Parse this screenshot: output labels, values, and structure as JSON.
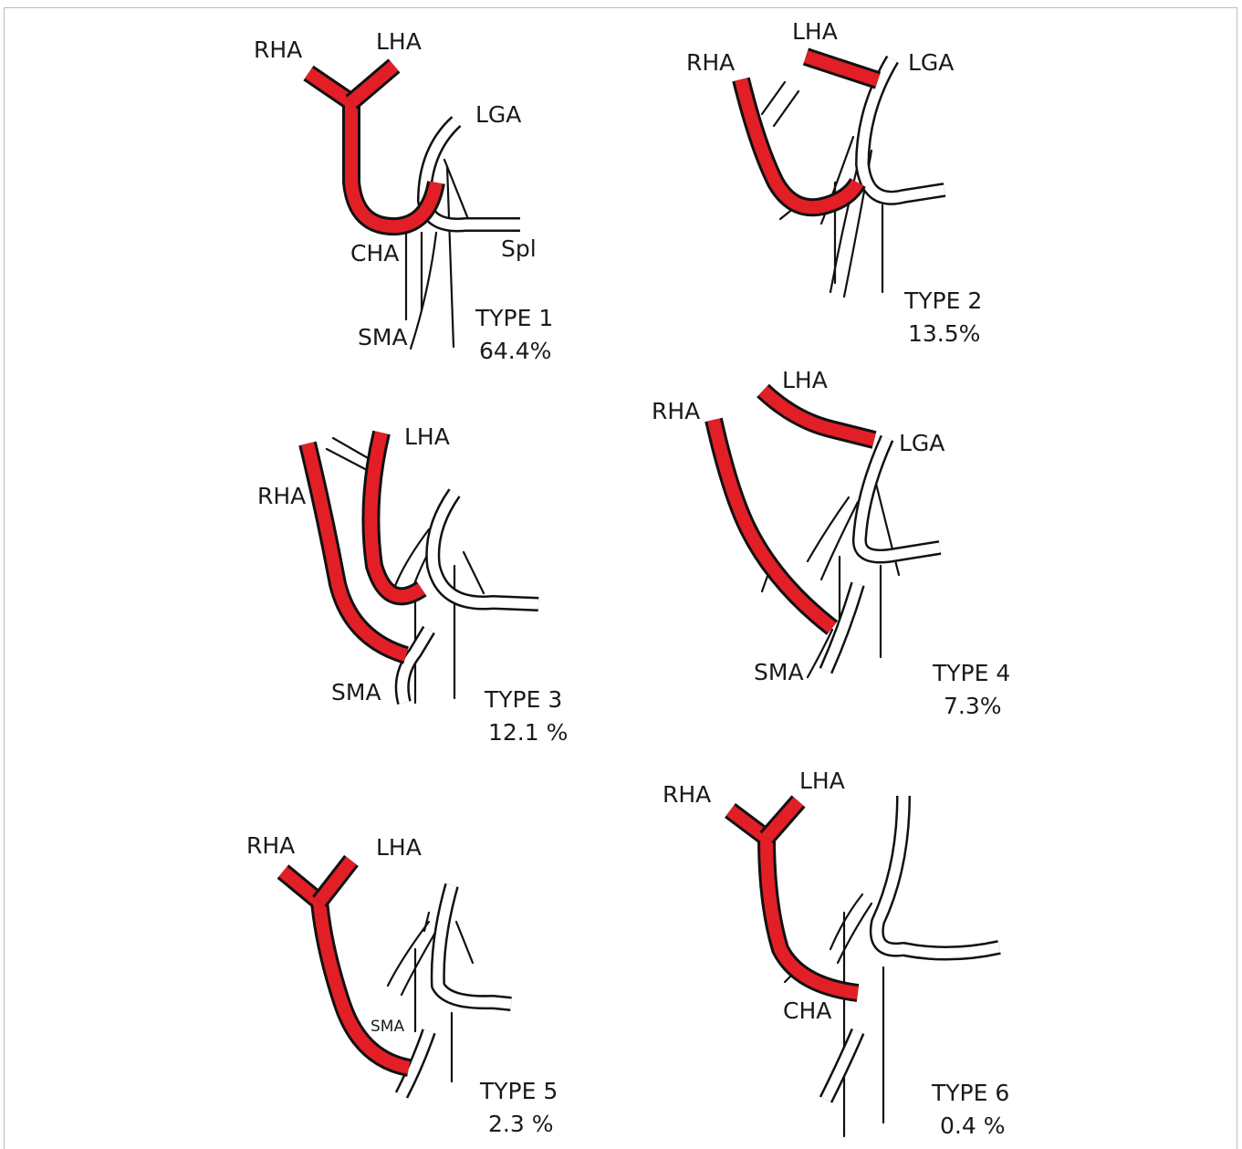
{
  "colors": {
    "hepatic_artery": "#e21f26",
    "other_vessel": "#ffffff",
    "outline": "#111111"
  },
  "panels": [
    {
      "type": "TYPE 1",
      "percent": "64.4%",
      "labels": {
        "rha": "RHA",
        "lha": "LHA",
        "lga": "LGA",
        "cha": "CHA",
        "spl": "Spl",
        "sma": "SMA"
      }
    },
    {
      "type": "TYPE 2",
      "percent": "13.5%",
      "labels": {
        "rha": "RHA",
        "lha": "LHA",
        "lga": "LGA"
      }
    },
    {
      "type": "TYPE 3",
      "percent": "12.1 %",
      "labels": {
        "rha": "RHA",
        "lha": "LHA",
        "sma": "SMA"
      }
    },
    {
      "type": "TYPE 4",
      "percent": "7.3%",
      "labels": {
        "rha": "RHA",
        "lha": "LHA",
        "lga": "LGA",
        "sma": "SMA"
      }
    },
    {
      "type": "TYPE 5",
      "percent": "2.3 %",
      "labels": {
        "rha": "RHA",
        "lha": "LHA",
        "sma": "SMA"
      }
    },
    {
      "type": "TYPE 6",
      "percent": "0.4 %",
      "labels": {
        "rha": "RHA",
        "lha": "LHA",
        "cha": "CHA"
      }
    }
  ]
}
